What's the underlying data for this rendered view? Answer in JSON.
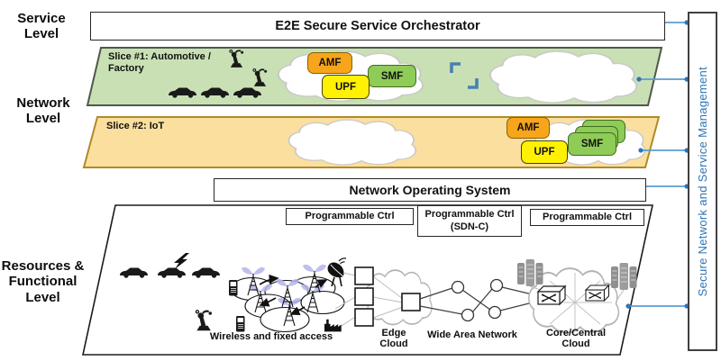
{
  "levels": {
    "service": "Service Level",
    "network": "Network Level",
    "resources": "Resources & Functional Level"
  },
  "orchestrator": {
    "label": "E2E Secure Service Orchestrator"
  },
  "nos": {
    "label": "Network Operating System"
  },
  "management": {
    "label": "Secure Network and Service Management"
  },
  "slices": {
    "slice1": {
      "label": "Slice #1: Automotive / Factory",
      "amf": "AMF",
      "upf": "UPF",
      "smf": "SMF"
    },
    "slice2": {
      "label": "Slice #2: IoT",
      "amf": "AMF",
      "upf": "UPF",
      "smf": "SMF"
    }
  },
  "controllers": [
    {
      "label": "Programmable Ctrl"
    },
    {
      "label": "Programmable Ctrl",
      "sub": "(SDN-C)"
    },
    {
      "label": "Programmable Ctrl"
    }
  ],
  "resources": {
    "wireless": "Wireless and fixed access",
    "edge": "Edge Cloud",
    "wan": "Wide Area Network",
    "core": "Core/Central Cloud"
  },
  "colors": {
    "slice1_fill": "#c9e0b4",
    "slice2_fill": "#fbdf9e",
    "amf_fill": "#f7a51b",
    "upf_fill": "#fff104",
    "smf_fill": "#8ecb57",
    "connector_blue": "#5b9bd5",
    "management_text": "#2e74b5"
  }
}
